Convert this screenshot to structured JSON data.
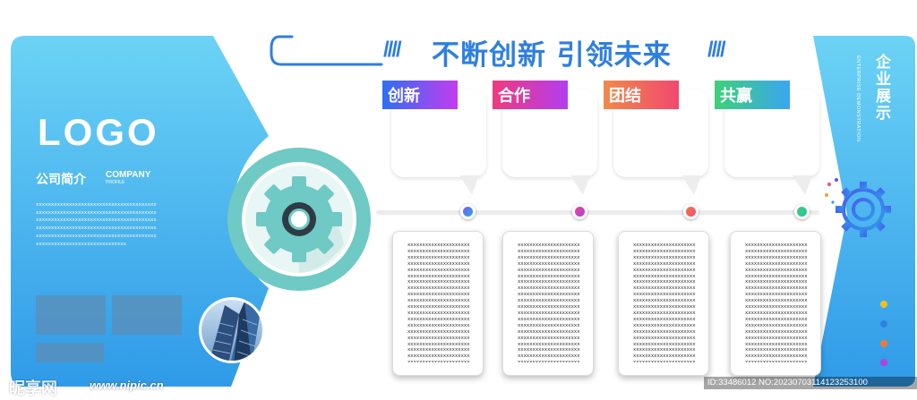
{
  "header": {
    "title": "不断创新 引领未来",
    "hatch_left": "////",
    "hatch_right": "////"
  },
  "left_panel": {
    "logo": "LOGO",
    "intro_cn": "公司简介",
    "intro_en": "COMPANY",
    "intro_en_small": "PROFILE",
    "placeholder_text": "xxxxxxxxxxxxxxxxxxxxxxxxxxxxxxxxxxxxxxxxxxxxxxxxxxxxxxxxxxxxxxxxxxxxxxxxxxxxxxxxxxxxxxxxxxxxxxxxxxxxxxxxxxxxxxxxxxxxxxxxxxxxxxxxxxxxxxxxxxxxxxxxxxxxxxxxxxxxxxxxxxxxxxxxxxxxxxxxxxxxxxxxxxxxxxxxxxxxxxxxxxxxxxxxxxxxxxxxxxxxxxxxxxxxxx"
  },
  "sections": [
    {
      "label": "创新",
      "gradient_from": "#2f6ff0",
      "gradient_to": "#c43cf0",
      "dot_from": "#7a5cf0",
      "dot_to": "#2aa6f0"
    },
    {
      "label": "合作",
      "gradient_from": "#f03a7e",
      "gradient_to": "#b23ef0",
      "dot_from": "#f04a8a",
      "dot_to": "#a53ef0"
    },
    {
      "label": "团结",
      "gradient_from": "#f08a4a",
      "gradient_to": "#f0486e",
      "dot_from": "#f07a4a",
      "dot_to": "#f04a6e"
    },
    {
      "label": "共赢",
      "gradient_from": "#3ed07a",
      "gradient_to": "#3aa6f0",
      "dot_from": "#3ad07a",
      "dot_to": "#2ac0a0"
    }
  ],
  "card_text": "xxxxxxxxxxxxxxxxxxxxxxxxxxxxxxxxxxxxxxxxxxxxxxxxxxxxxxxxxxxxxxxxxxxxxxxxxxxxxxxxxxxxxxxxxxxxxxxxxxxxxxxxxxxxxxxxxxxxxxxxxxxxxxxxxxxxxxxxxxxxxxxxxxxxxxxxxxxxxxxxxxxxxxxxxxxxxxxxxxxxxxxxxxxxxxxxxxxxxxxxxxxxxxxxxxxxxxxxxxxxxxxxxxxxxxxxxxxxxxxxxxxxxxxxxxxxxxxxxxxxxxxxxxxxxxxxxxxxxxxxxxxxxxxxxxxxxxxxxxxxxxxxxxxxxxxxxxxxxxxxxxxxxxxxxxxxxxxxxxxxxxxxxxxxxxxxxxxxxxxxxxxxxxxxxxxxxxxxxxxxxxxxxxxxxxxxxxxxxxxxxxxxxxxxxxxxxxxxxxxxxxxxxxxxxxxxxxxxxxxxxxxxxxxxxxxxxxxxxxxxxxxxxxxxxxxxxxxxxxxxxxxxxxxxxxxxxxxxxxxxxxxxxxxxxxxxxxxxxxxxxxxxxxxxxxxxxxxxxxxxxxxxxxxxxxxxxxxxxxxxxxxxxxxxxxxxxxxxxxxxxxxxxxxxxxxxxxxxxxxxxxxxxxxxxxxxxxxxxxxxxxxxxxxxxxxxxxxxxxxxxxxxxxxxxxxxxxxxxxxxxxxxxxxxxxxxxxxxxx",
  "right_panel": {
    "title_cn": "企业展示",
    "title_en": "ENTERPRISE DEMONSTRATION",
    "dots": [
      "#f0c020",
      "#2f7fe0",
      "#f07a30",
      "#b040e0"
    ]
  },
  "colors": {
    "panel_light": "#6cd3f5",
    "panel_dark": "#2f9ae8",
    "accent": "#2f7fe0",
    "gear_teal": "#6fc9c4"
  },
  "watermark": {
    "brand": "昵享网",
    "url": "www.nipic.cn",
    "id_text": "ID:33486012 NO:20230703114123253100"
  }
}
